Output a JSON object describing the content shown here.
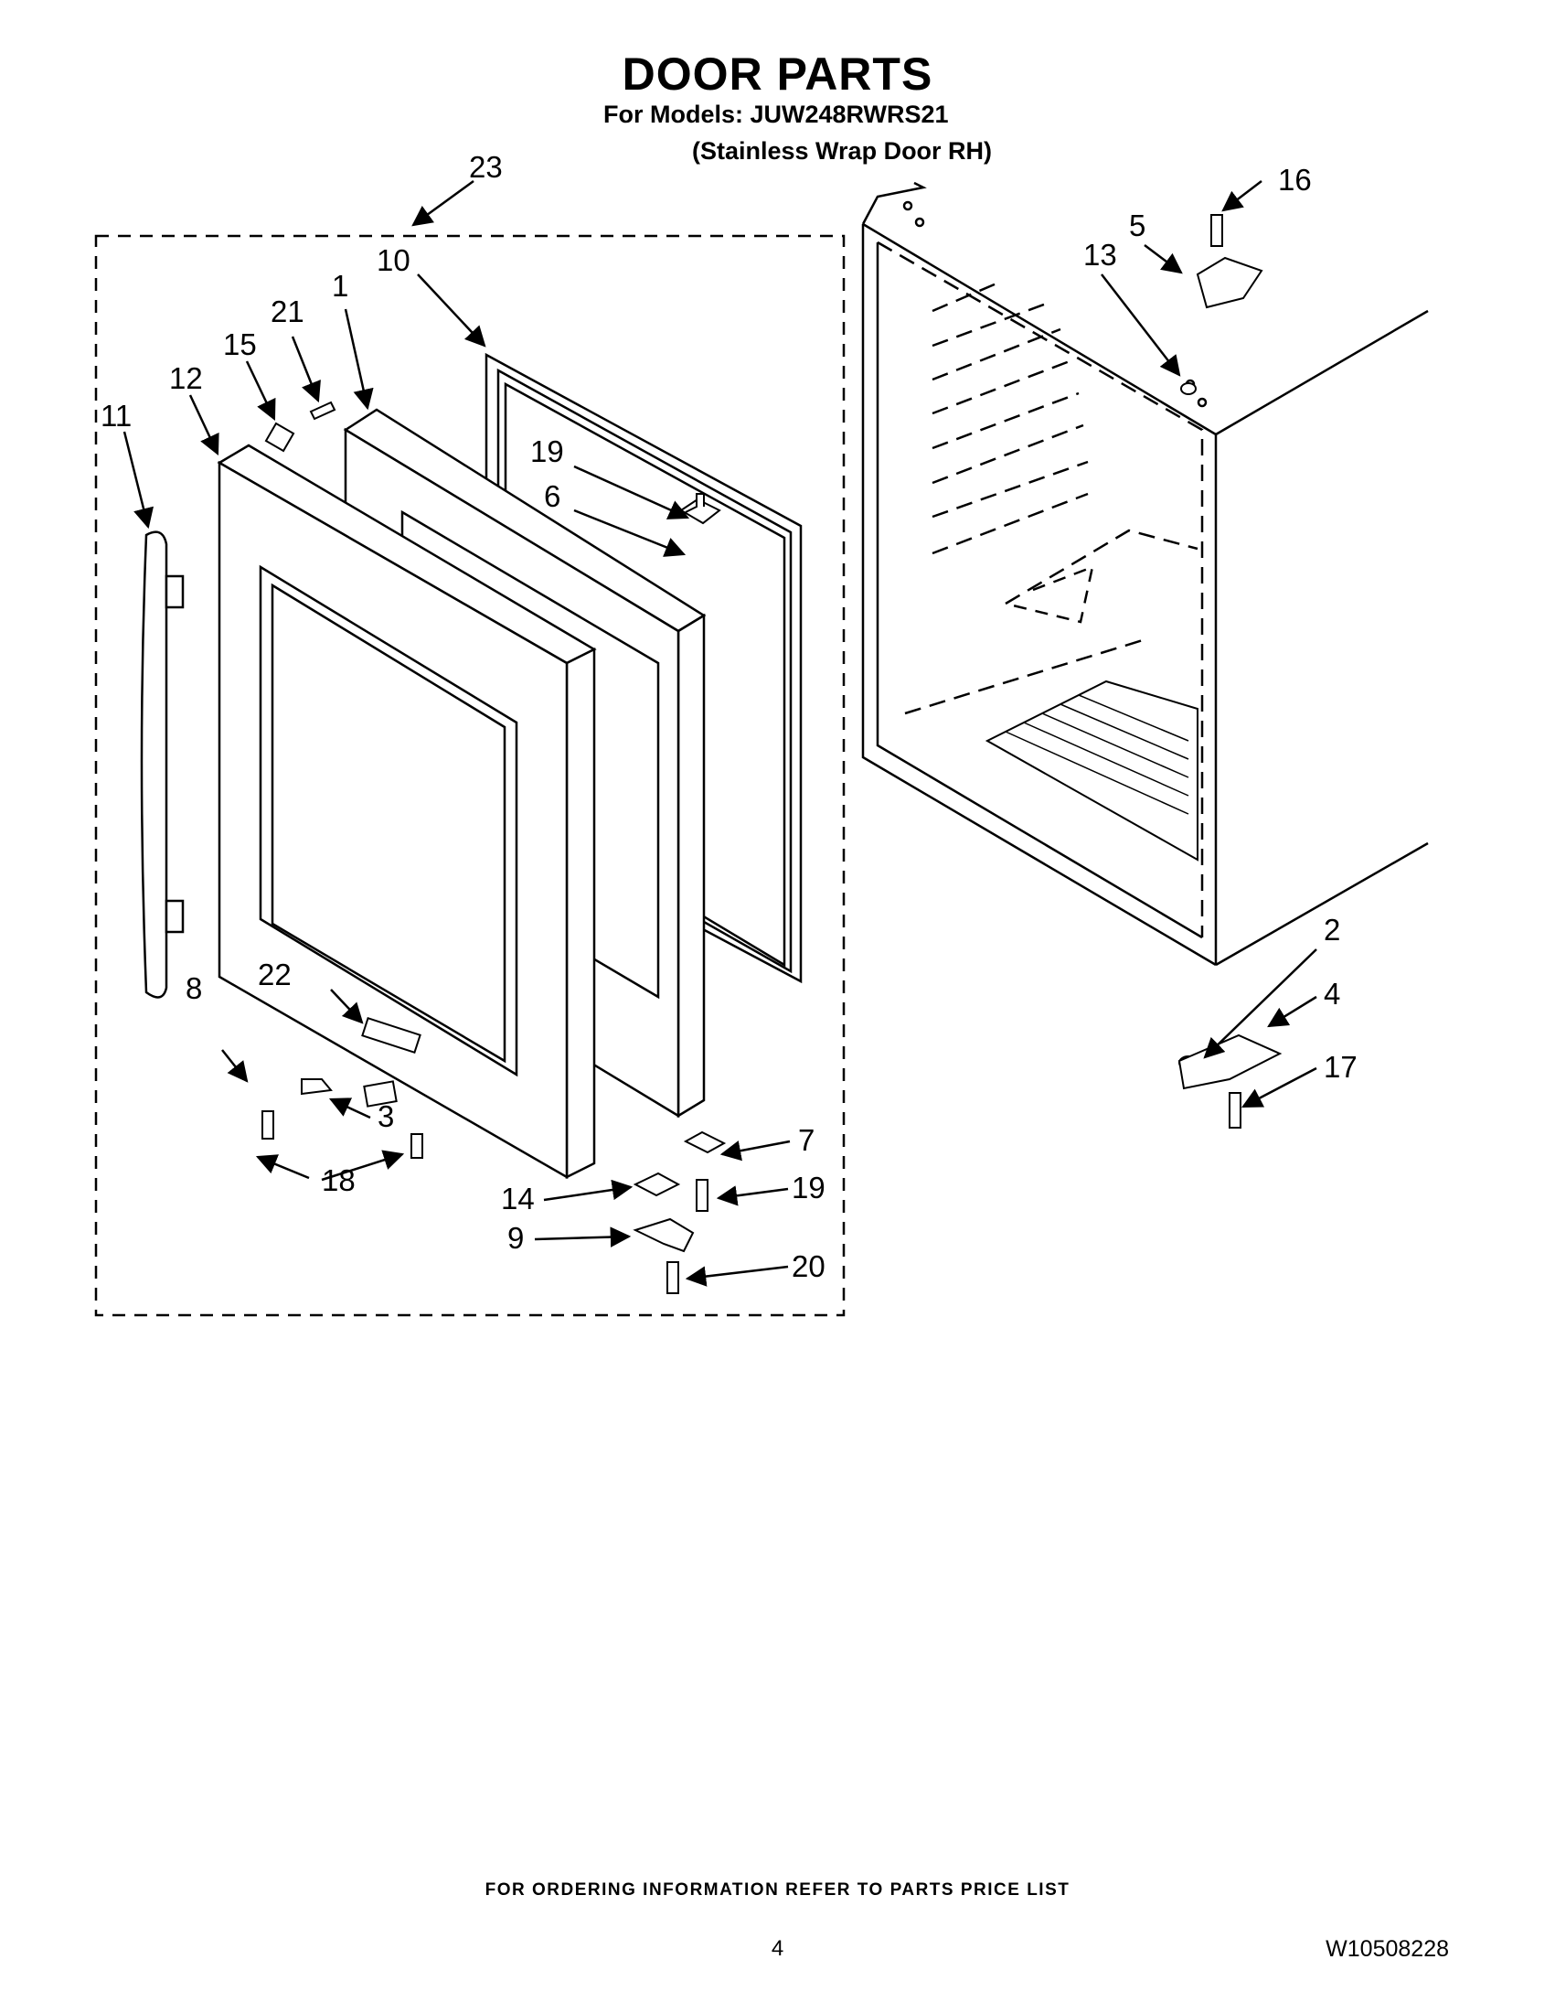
{
  "header": {
    "title": "DOOR PARTS",
    "models_line": "For Models: JUW248RWRS21",
    "variant_line": "(Stainless Wrap Door RH)"
  },
  "callouts": {
    "c1": "1",
    "c2": "2",
    "c3": "3",
    "c4": "4",
    "c5": "5",
    "c6": "6",
    "c7": "7",
    "c8": "8",
    "c9": "9",
    "c10": "10",
    "c11": "11",
    "c12": "12",
    "c13": "13",
    "c14": "14",
    "c15": "15",
    "c16": "16",
    "c17": "17",
    "c18": "18",
    "c19a": "19",
    "c19b": "19",
    "c20": "20",
    "c21": "21",
    "c22": "22",
    "c23": "23"
  },
  "footer": {
    "ordering_info": "FOR ORDERING INFORMATION REFER TO PARTS PRICE LIST",
    "page_number": "4",
    "document_number": "W10508228"
  }
}
